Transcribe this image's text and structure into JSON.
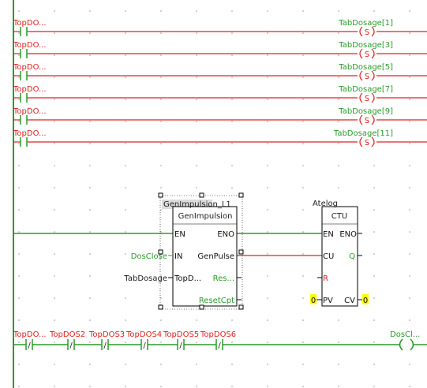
{
  "rungs_set": [
    {
      "contact": "TopDO...",
      "coil": "TabDosage[1]",
      "coil_type": "S"
    },
    {
      "contact": "TopDO...",
      "coil": "TabDosage[3]",
      "coil_type": "S"
    },
    {
      "contact": "TopDO...",
      "coil": "TabDosage[5]",
      "coil_type": "S"
    },
    {
      "contact": "TopDO...",
      "coil": "TabDosage[7]",
      "coil_type": "S"
    },
    {
      "contact": "TopDO...",
      "coil": "TabDosage[9]",
      "coil_type": "S"
    },
    {
      "contact": "TopDO...",
      "coil": "TabDosage[11]",
      "coil_type": "S"
    }
  ],
  "block_gen": {
    "instance": "GenImpulsion_L1",
    "type": "GenImpulsion",
    "in_en": "EN",
    "out_eno": "ENO",
    "in_in": "IN",
    "out_genpulse": "GenPulse",
    "in_topd": "TopD...",
    "out_res": "Res...",
    "out_resetcpt": "ResetCpt",
    "var_in": "DosClose",
    "var_topd": "TabDosage"
  },
  "block_ctu": {
    "instance": "Atelog",
    "type": "CTU",
    "in_en": "EN",
    "out_eno": "ENO",
    "in_cu": "CU",
    "out_q": "Q",
    "in_r": "R",
    "in_pv": "PV",
    "out_cv": "CV",
    "pv_value": "0",
    "cv_value": "0"
  },
  "last_rung": {
    "contacts": [
      {
        "label": "TopDO...",
        "type": "/"
      },
      {
        "label": "TopDOS2",
        "type": "/"
      },
      {
        "label": "TopDOS3",
        "type": "/"
      },
      {
        "label": "TopDOS4",
        "type": "/"
      },
      {
        "label": "TopDOS5",
        "type": "/"
      },
      {
        "label": "TopDOS6",
        "type": "/"
      }
    ],
    "coil": "DosCl...",
    "coil_type": ""
  }
}
